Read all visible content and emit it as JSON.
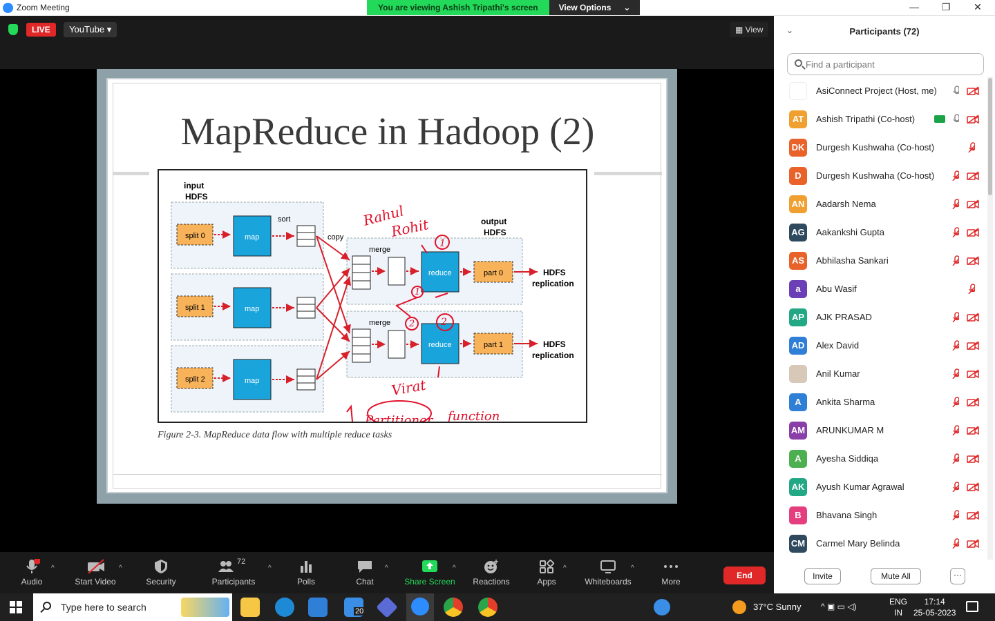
{
  "window": {
    "title": "Zoom Meeting",
    "minimize": "—",
    "maximize": "❐",
    "close": "✕"
  },
  "banner": {
    "viewing": "You are viewing Ashish Tripathi's screen",
    "view_options": "View Options",
    "chevron": "⌄"
  },
  "topbar": {
    "live": "LIVE",
    "stream": "YouTube ▾",
    "view": "View"
  },
  "slide": {
    "title": "MapReduce in Hadoop (2)",
    "caption": "Figure 2-3. MapReduce data flow with multiple reduce tasks",
    "figure": {
      "input_label_1": "input",
      "input_label_2": "HDFS",
      "output_label_1": "output",
      "output_label_2": "HDFS",
      "sort": "sort",
      "copy": "copy",
      "merge": "merge",
      "splits": [
        "split 0",
        "split 1",
        "split 2"
      ],
      "map": "map",
      "reduce": "reduce",
      "parts": [
        "part 0",
        "part 1"
      ],
      "hdfs": "HDFS",
      "replication": "replication",
      "annotations": [
        "Rahul",
        "Rohit",
        "Virat",
        "Partitioner",
        "function",
        "1",
        "1",
        "2",
        "2"
      ]
    }
  },
  "toolbar": {
    "audio": "Audio",
    "start_video": "Start Video",
    "security": "Security",
    "participants": "Participants",
    "participant_count": "72",
    "polls": "Polls",
    "chat": "Chat",
    "share_screen": "Share Screen",
    "reactions": "Reactions",
    "apps": "Apps",
    "whiteboards": "Whiteboards",
    "more": "More",
    "end": "End",
    "chevron": "^"
  },
  "panel": {
    "title": "Participants (72)",
    "collapse": "⌄",
    "search_placeholder": "Find a participant",
    "participants": [
      {
        "initials": "",
        "name": "AsiConnect Project (Host, me)",
        "color": "#ffffff"
      },
      {
        "initials": "AT",
        "name": "Ashish Tripathi (Co-host)",
        "color": "#f0a030"
      },
      {
        "initials": "DK",
        "name": "Durgesh Kushwaha (Co-host)",
        "color": "#e8622a"
      },
      {
        "initials": "D",
        "name": "Durgesh Kushwaha (Co-host)",
        "color": "#e8622a"
      },
      {
        "initials": "AN",
        "name": "Aadarsh Nema",
        "color": "#f0a030"
      },
      {
        "initials": "AG",
        "name": "Aakankshi Gupta",
        "color": "#2f4a5e"
      },
      {
        "initials": "AS",
        "name": "Abhilasha Sankari",
        "color": "#e8622a"
      },
      {
        "initials": "a",
        "name": "Abu Wasif",
        "color": "#6b3fb5"
      },
      {
        "initials": "AP",
        "name": "AJK PRASAD",
        "color": "#23a886"
      },
      {
        "initials": "AD",
        "name": "Alex David",
        "color": "#2f7fd6"
      },
      {
        "initials": "",
        "name": "Anil Kumar",
        "color": "#d8c8b8"
      },
      {
        "initials": "A",
        "name": "Ankita Sharma",
        "color": "#2f7fd6"
      },
      {
        "initials": "AM",
        "name": "ARUNKUMAR M",
        "color": "#8a3fa8"
      },
      {
        "initials": "A",
        "name": "Ayesha Siddiqa",
        "color": "#4caf50"
      },
      {
        "initials": "AK",
        "name": "Ayush Kumar Agrawal",
        "color": "#23a886"
      },
      {
        "initials": "B",
        "name": "Bhavana Singh",
        "color": "#e53e7e"
      },
      {
        "initials": "CM",
        "name": "Carmel Mary Belinda",
        "color": "#2f4a5e"
      }
    ],
    "invite": "Invite",
    "mute_all": "Mute All",
    "more": "···"
  },
  "taskbar": {
    "search_placeholder": "Type here to search",
    "mail_badge": "20",
    "weather": "37°C  Sunny",
    "lang_1": "ENG",
    "lang_2": "IN",
    "time": "17:14",
    "date": "25-05-2023"
  }
}
